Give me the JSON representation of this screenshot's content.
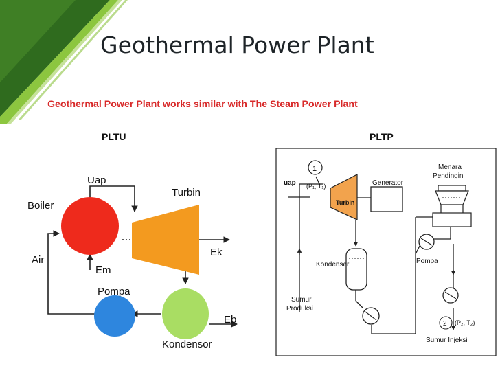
{
  "slide": {
    "title": "Geothermal Power Plant",
    "subtitle": "Geothermal Power Plant works similar with The Steam Power Plant"
  },
  "pltu": {
    "heading": "PLTU",
    "labels": {
      "uap": "Uap",
      "boiler": "Boiler",
      "turbin": "Turbin",
      "ek": "Ek",
      "air": "Air",
      "em": "Em",
      "pompa": "Pompa",
      "eb": "Eb",
      "kondensor": "Kondensor"
    }
  },
  "pltp": {
    "heading": "PLTP",
    "labels": {
      "uap": "uap",
      "state1": "1",
      "state1_params": "(P₁, T₁)",
      "turbin": "Turbin",
      "generator": "Generator",
      "menara_line1": "Menara",
      "menara_line2": "Pendingin",
      "kondenser": "Kondenser",
      "pompa": "Pompa",
      "sumur_produksi_line1": "Sumur",
      "sumur_produksi_line2": "Produksi",
      "state2": "2",
      "state2_params": "(P₂, T₂)",
      "sumur_injeksi": "Sumur Injeksi"
    }
  },
  "colors": {
    "title": "#1e2428",
    "subtitle": "#d82a2a",
    "green_dark": "#2f6b1e",
    "green_mid": "#5d9a2e",
    "green_light": "#8cc63f",
    "boiler": "#ee2a1c",
    "turbine": "#f39a1f",
    "pompa": "#2e86de",
    "kondensor": "#a9dd63",
    "pltp_turbin": "#f2a34d"
  }
}
